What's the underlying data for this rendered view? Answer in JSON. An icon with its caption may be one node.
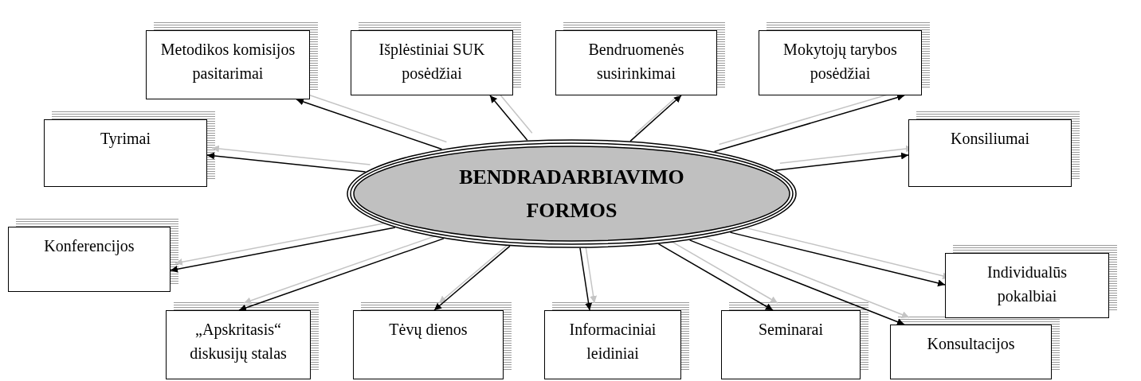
{
  "diagram": {
    "nodes": [
      {
        "text": [
          "BENDRADARBIAVIMO FORMOS"
        ]
      },
      {
        "text": [
          "Metodikos komisijos pasitarimai"
        ]
      },
      {
        "text": [
          "Išplėstiniai SUK posėdžiai"
        ]
      },
      {
        "text": [
          "Bendruomenės susirinkimai"
        ]
      },
      {
        "text": [
          "Mokytojų tarybos posėdžiai"
        ]
      },
      {
        "text": [
          "Tyrimai"
        ]
      },
      {
        "text": [
          "Konsiliumai"
        ]
      },
      {
        "text": [
          "Konferencijos"
        ]
      },
      {
        "text": [
          "Individualūs pokalbiai"
        ]
      },
      {
        "text": [
          "„Apskritasis“ diskusijų stalas"
        ]
      },
      {
        "text": [
          "Tėvų dienos"
        ]
      },
      {
        "text": [
          "Informaciniai leidiniai"
        ]
      },
      {
        "text": [
          "Seminarai"
        ]
      },
      {
        "text": [
          "Konsultacijos"
        ]
      }
    ],
    "edges": [
      {
        "from": 0,
        "to": 1,
        "arrow": "to"
      },
      {
        "from": 0,
        "to": 2,
        "arrow": "to"
      },
      {
        "from": 0,
        "to": 3,
        "arrow": "to"
      },
      {
        "from": 0,
        "to": 4,
        "arrow": "to"
      },
      {
        "from": 0,
        "to": 5,
        "arrow": "to"
      },
      {
        "from": 0,
        "to": 6,
        "arrow": "to"
      },
      {
        "from": 0,
        "to": 7,
        "arrow": "to"
      },
      {
        "from": 0,
        "to": 8,
        "arrow": "to"
      },
      {
        "from": 0,
        "to": 9,
        "arrow": "to"
      },
      {
        "from": 0,
        "to": 10,
        "arrow": "to"
      },
      {
        "from": 0,
        "to": 11,
        "arrow": "to"
      },
      {
        "from": 0,
        "to": 12,
        "arrow": "to"
      },
      {
        "from": 0,
        "to": 13,
        "arrow": "to"
      }
    ]
  }
}
